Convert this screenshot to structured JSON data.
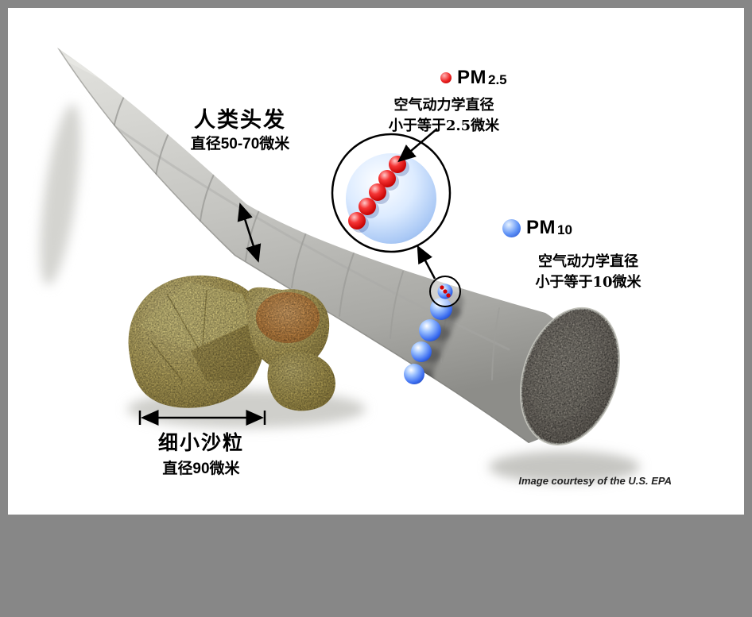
{
  "figure": {
    "hair": {
      "title": "人类头发",
      "subtitle": "直径50-70微米"
    },
    "pm25": {
      "prefix": "PM",
      "size": "2.5",
      "desc1": "空气动力学直径",
      "desc2": "小于等于2.5微米",
      "color": "#e0001a"
    },
    "pm10": {
      "prefix": "PM",
      "size": "10",
      "desc1": "空气动力学直径",
      "desc2": "小于等于10微米",
      "color": "#2f6cf2"
    },
    "sand": {
      "title": "细小沙粒",
      "subtitle": "直径90微米"
    },
    "credit": "Image courtesy of the U.S. EPA",
    "colors": {
      "frame": "#878787",
      "canvas": "#ffffff",
      "hair_light": "#e3e3df",
      "hair_dark": "#8d8d89",
      "endcap": "#6f6a62",
      "sand_base": "#b5a45c"
    }
  }
}
